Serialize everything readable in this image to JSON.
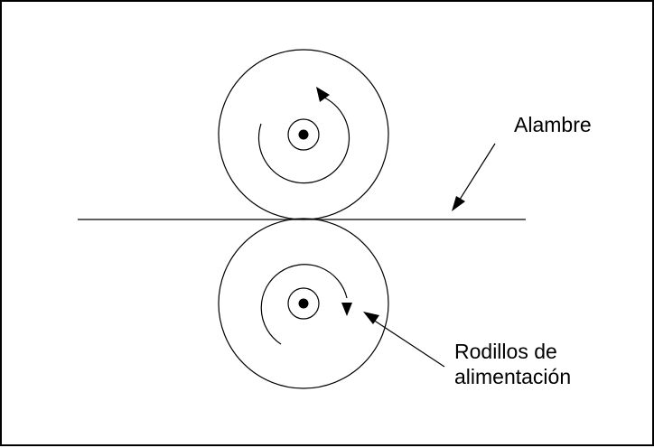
{
  "labels": {
    "wire": "Alambre",
    "rollers_line1": "Rodillos de",
    "rollers_line2": "alimentación"
  },
  "colors": {
    "stroke": "#000000",
    "background": "#ffffff"
  }
}
